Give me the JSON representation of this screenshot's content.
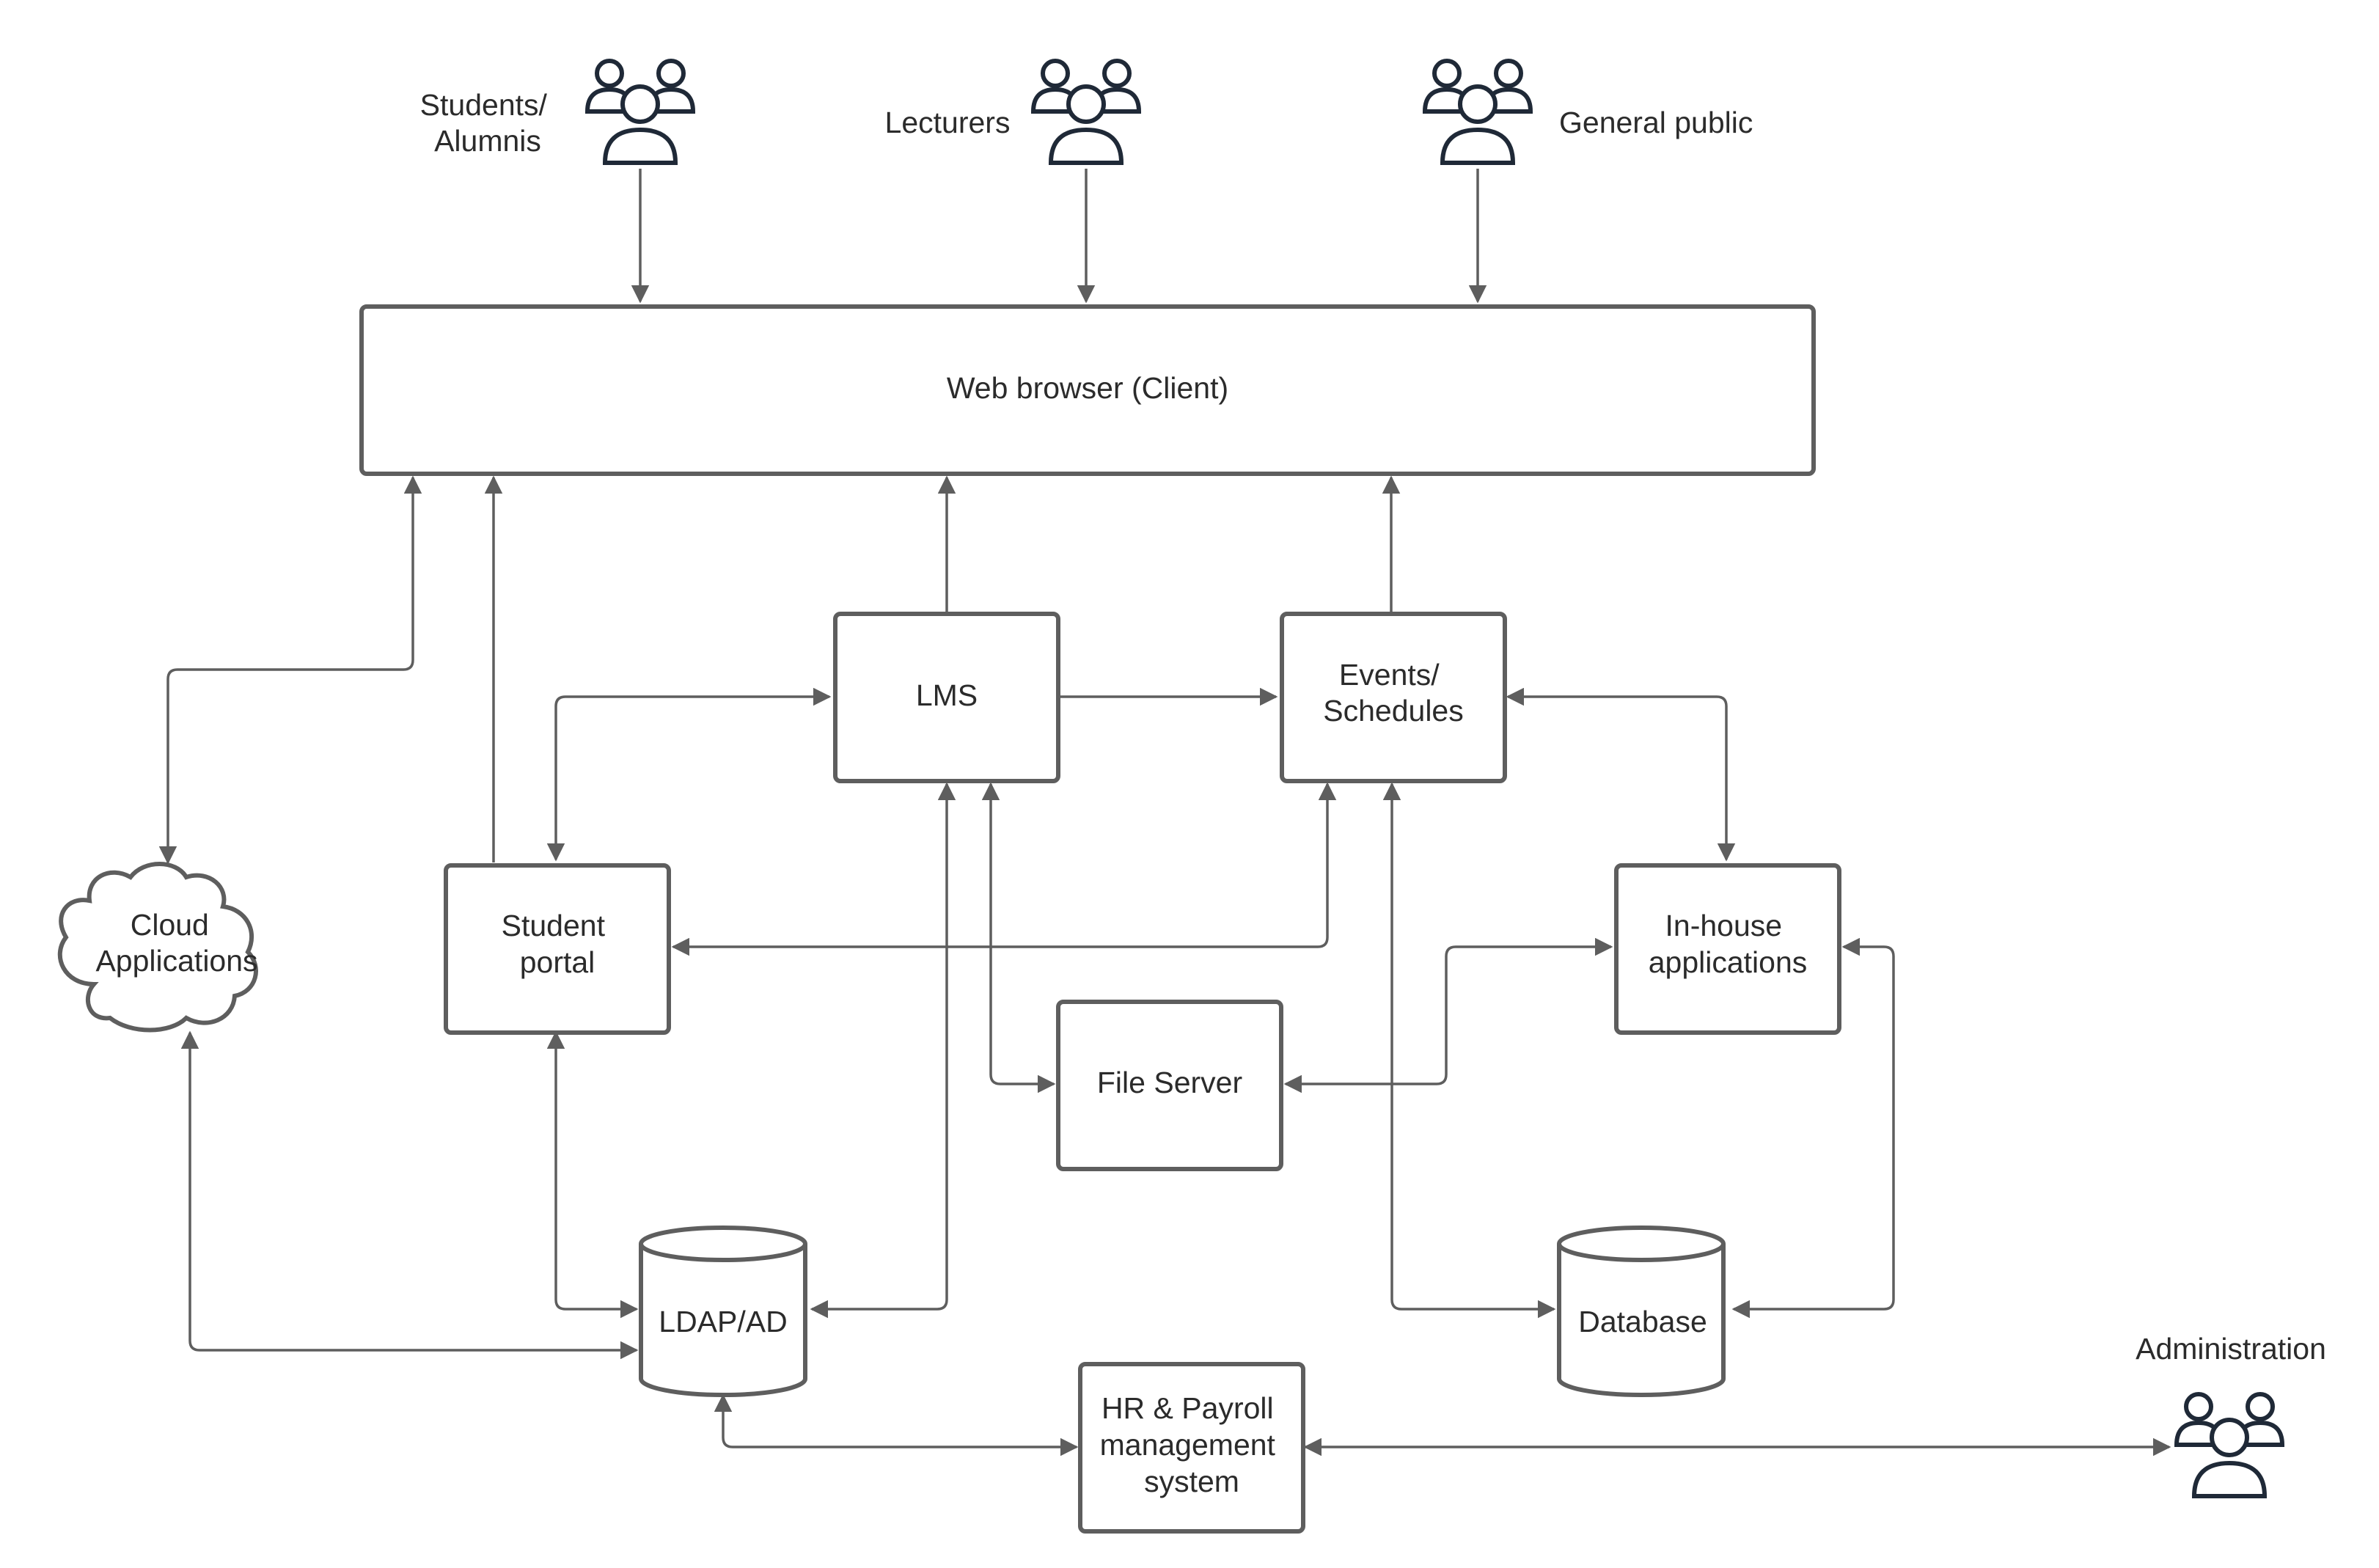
{
  "actors": {
    "students": [
      "Students/",
      "Alumnis"
    ],
    "lecturers": "Lecturers",
    "public": "General public",
    "administration": "Administration"
  },
  "nodes": {
    "browser": "Web browser (Client)",
    "lms": "LMS",
    "events": [
      "Events/",
      "Schedules"
    ],
    "portal": [
      "Student",
      "portal"
    ],
    "cloud": [
      "Cloud",
      "Applications"
    ],
    "inhouse": [
      "In-house",
      "applications"
    ],
    "fileserver": "File Server",
    "ldap": "LDAP/AD",
    "database": "Database",
    "hr": [
      "HR & Payroll",
      "management",
      "system"
    ]
  },
  "colors": {
    "stroke": "#5e5e5e",
    "person": "#1f2937",
    "text": "#2b2b2b"
  },
  "icons": {
    "user_group": "user-group-icon"
  }
}
